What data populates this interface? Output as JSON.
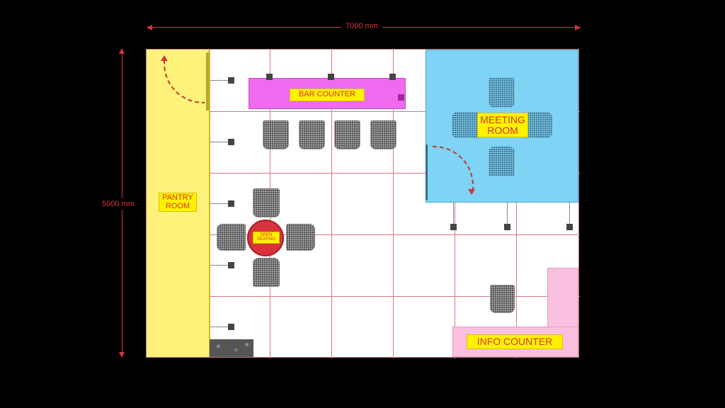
{
  "dimensions": {
    "width_label": "7000 mm",
    "height_label": "5000 mm",
    "line_color": "#d8333c"
  },
  "rooms": {
    "pantry": {
      "label_line1": "PANTRY",
      "label_line2": "ROOM",
      "color": "#fff27a"
    },
    "bar_counter": {
      "label": "BAR COUNTER",
      "color": "#f06af0"
    },
    "meeting": {
      "label_line1": "MEETING",
      "label_line2": "ROOM",
      "color": "#7fd3f5"
    },
    "open_seating": {
      "label_line1": "OPEN",
      "label_line2": "SEATING",
      "color": "#d8333c"
    },
    "info_counter": {
      "label": "INFO COUNTER",
      "color": "#f9c0e0"
    }
  },
  "furniture": {
    "bar_stools": 4,
    "meeting_chairs": 4,
    "open_seating_chairs": 4,
    "info_chair": 1,
    "plants": 1
  },
  "colors": {
    "background": "#000000",
    "floor": "#ffffff",
    "grid": "#d47a82",
    "label_bg": "#fff200",
    "label_text": "#d8333c"
  }
}
